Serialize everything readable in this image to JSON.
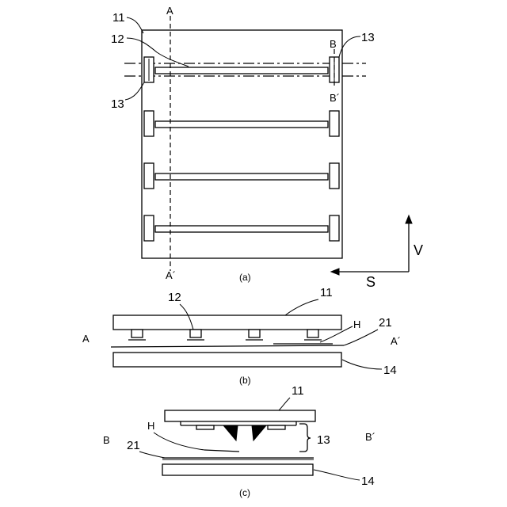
{
  "figure_a": {
    "caption": "(a)",
    "label_panel": "11",
    "label_rail": "12",
    "label_holder_top": "13",
    "label_holder_left": "13",
    "section_a_top": "A",
    "section_a_bottom": "A´",
    "section_b_top": "B",
    "section_b_bottom": "B´",
    "direction_v": "V",
    "direction_s": "S"
  },
  "figure_b": {
    "caption": "(b)",
    "label_panel": "11",
    "label_rail": "12",
    "label_h": "H",
    "label_film": "21",
    "label_stage": "14",
    "label_a_left": "A",
    "label_a_right": "A´"
  },
  "figure_c": {
    "caption": "(c)",
    "label_panel": "11",
    "label_holder": "13",
    "label_h": "H",
    "label_film": "21",
    "label_stage": "14",
    "label_b_left": "B",
    "label_b_right": "B´"
  }
}
